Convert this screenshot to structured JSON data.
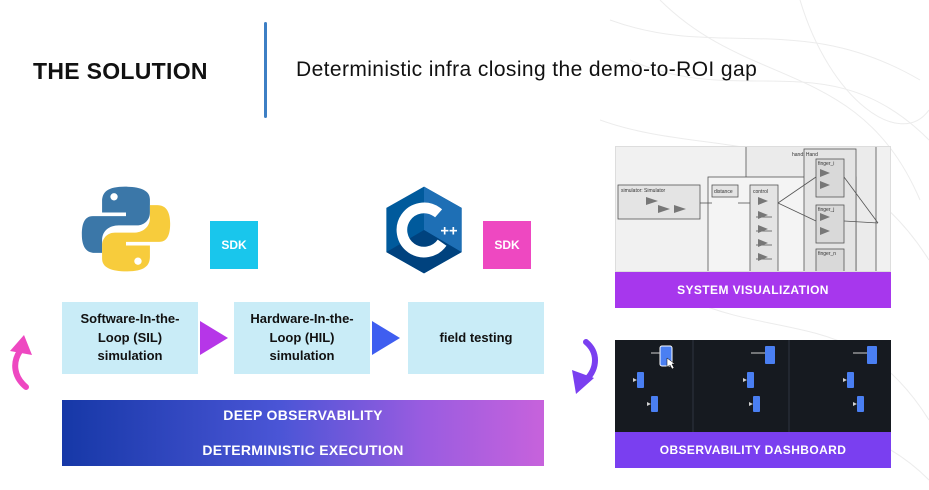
{
  "header": {
    "title": "THE SOLUTION",
    "subtitle": "Deterministic infra closing the demo-to-ROI gap"
  },
  "sdk": {
    "python_badge": "SDK",
    "cpp_badge": "SDK"
  },
  "pipeline": {
    "stages": [
      {
        "label": "Software-In-the-Loop (SIL) simulation"
      },
      {
        "label": "Hardware-In-the-Loop (HIL) simulation"
      },
      {
        "label": "field testing"
      }
    ]
  },
  "banner": {
    "line1": "DEEP OBSERVABILITY",
    "line2": "DETERMINISTIC EXECUTION"
  },
  "panels": {
    "system_visualization": {
      "label": "SYSTEM VISUALIZATION",
      "diagram_blocks": [
        "simulator: Simulator",
        "distance",
        "control",
        "hand: Hand",
        "finger_i",
        "finger_j",
        "finger_n"
      ]
    },
    "observability_dashboard": {
      "label": "OBSERVABILITY DASHBOARD"
    }
  },
  "icons": {
    "python_logo": "python-logo-icon",
    "cpp_logo": "cpp-logo-icon",
    "loop_left": "loop-arrow-icon",
    "loop_right": "loop-arrow-icon"
  },
  "colors": {
    "title_divider": "#3d7fc4",
    "sdk_python": "#19c6ec",
    "sdk_cpp": "#ee48c1",
    "stage_bg": "#c9ecf7",
    "arrow_1": "#b636e8",
    "arrow_2": "#3f5ef0",
    "banner_start": "#1638a7",
    "banner_end": "#c762dc",
    "sysviz_label": "#a737ed",
    "obs_label": "#7a3ff0",
    "loop_left": "#ee48c1",
    "loop_right": "#7a3ff0"
  }
}
